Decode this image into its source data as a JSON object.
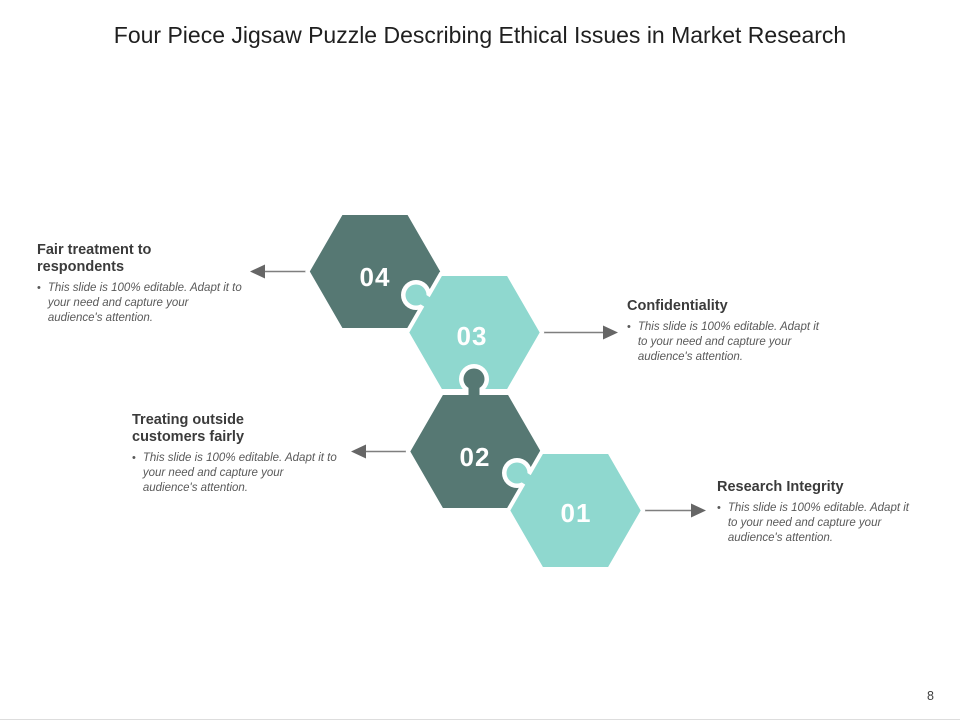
{
  "slide": {
    "title": "Four Piece Jigsaw Puzzle Describing Ethical Issues in Market Research",
    "page_number": "8"
  },
  "colors": {
    "dark_teal": "#567873",
    "light_teal": "#8fd8cf",
    "arrow_line": "#7f7f7f",
    "arrow_head": "#666666",
    "heading_text": "#3b3b3b",
    "body_text": "#595959",
    "title_text": "#1f1f1f",
    "number_text": "#ffffff",
    "divider": "#dddddd"
  },
  "pieces": [
    {
      "number": "04",
      "tone": "dark"
    },
    {
      "number": "03",
      "tone": "light"
    },
    {
      "number": "02",
      "tone": "dark"
    },
    {
      "number": "01",
      "tone": "light"
    }
  ],
  "callouts": [
    {
      "heading": "Fair treatment to respondents",
      "bullet": "This slide is 100% editable. Adapt it to your need and capture your audience's attention."
    },
    {
      "heading": "Confidentiality",
      "bullet": "This slide is 100% editable. Adapt it to your need and capture your audience's attention."
    },
    {
      "heading": "Treating outside customers fairly",
      "bullet": "This slide is 100% editable. Adapt it to your need and capture your audience's attention."
    },
    {
      "heading": "Research Integrity",
      "bullet": "This slide is 100% editable. Adapt it to your need and capture your audience's attention."
    }
  ]
}
